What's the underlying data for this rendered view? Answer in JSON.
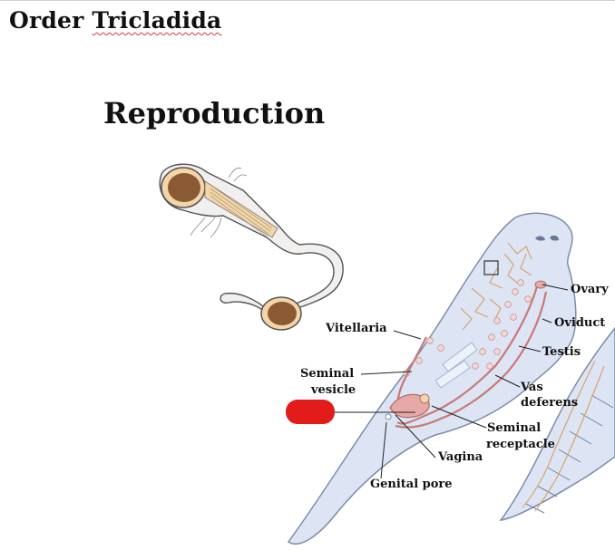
{
  "slide": {
    "title_prefix": "Order ",
    "title_word": "Tricladida",
    "subtitle": "Reproduction"
  },
  "labels": {
    "ovary": "Ovary",
    "oviduct": "Oviduct",
    "testis": "Testis",
    "vitellaria": "Vitellaria",
    "seminal_vesicle_1": "Seminal",
    "seminal_vesicle_2": "vesicle",
    "vas_deferens_1": "Vas",
    "vas_deferens_2": "deferens",
    "seminal_receptacle_1": "Seminal",
    "seminal_receptacle_2": "receptacle",
    "vagina": "Vagina",
    "genital_pore": "Genital pore"
  },
  "colors": {
    "redaction": "#e21b1b",
    "body": "#dde5f5",
    "organ": "#e7a9a6",
    "yolk": "#f3d5a8",
    "brown": "#8a5a35"
  }
}
